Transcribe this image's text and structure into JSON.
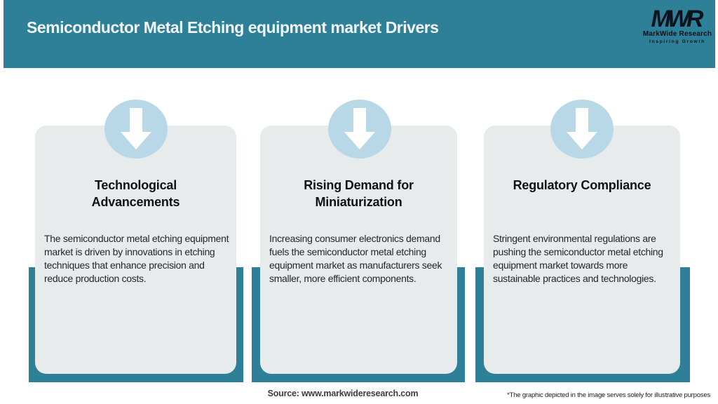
{
  "header": {
    "title": "Semiconductor Metal Etching equipment market Drivers",
    "logo": {
      "acronym": "MWR",
      "name": "MarkWide Research",
      "tagline": "Inspiring Growth"
    }
  },
  "cards": [
    {
      "icon": "down-arrow-icon",
      "title": "Technological Advancements",
      "body": "The semiconductor metal etching equipment market is driven by innovations in etching techniques that enhance precision and reduce production costs."
    },
    {
      "icon": "down-arrow-icon",
      "title": "Rising Demand for Miniaturization",
      "body": "Increasing consumer electronics demand fuels the semiconductor metal etching equipment market as manufacturers seek smaller, more efficient components."
    },
    {
      "icon": "down-arrow-icon",
      "title": "Regulatory Compliance",
      "body": "Stringent environmental regulations are pushing the semiconductor metal etching equipment market towards more sustainable practices and technologies."
    }
  ],
  "footer": {
    "source": "Source: www.markwideresearch.com",
    "disclaimer": "*The graphic depicted in the image serves solely for illustrative purposes"
  },
  "colors": {
    "banner_teal": "#2e7f98",
    "card_gray": "#e8ebec",
    "badge_blue": "#b9d8e7",
    "arrow_white": "#ffffff",
    "logo_dark": "#0b131c"
  }
}
